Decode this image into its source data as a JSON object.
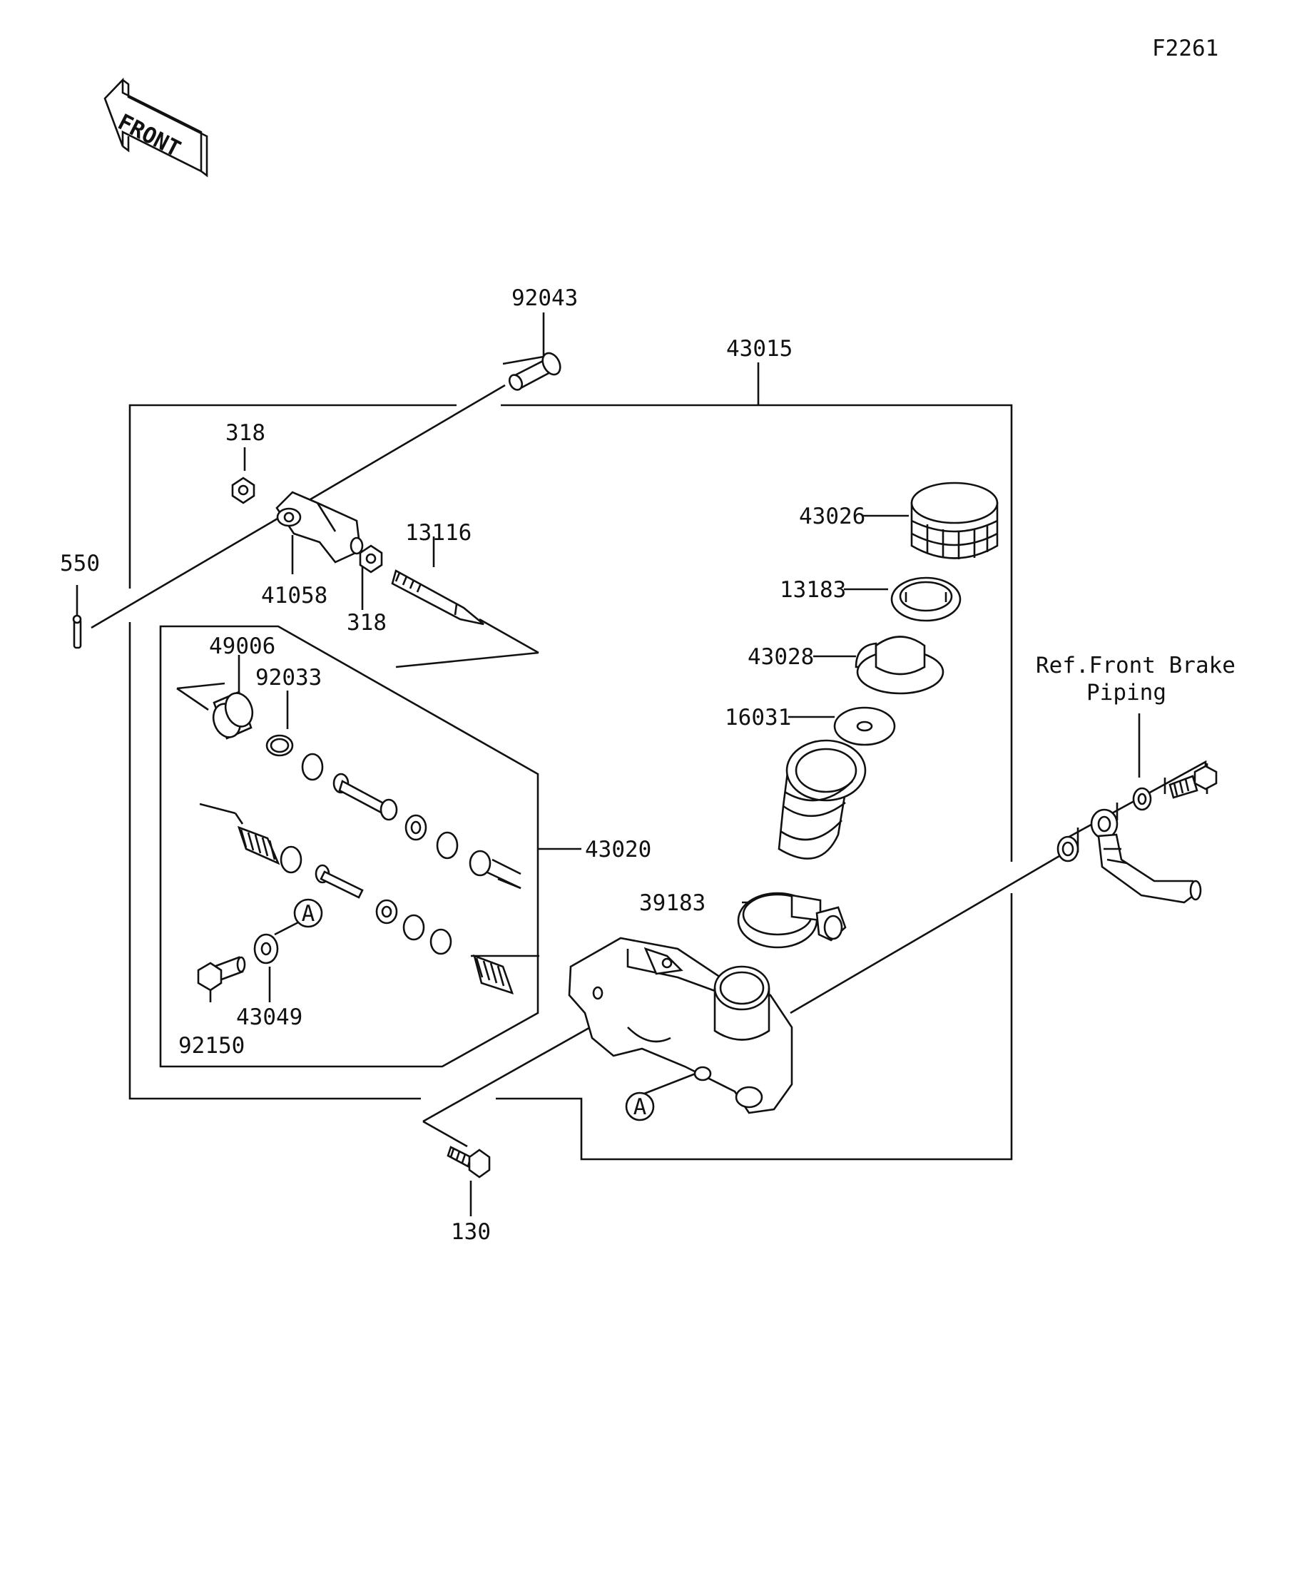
{
  "figure_code": "F2261",
  "front_arrow_text": "FRONT",
  "ref_note": [
    "Ref.Front Brake",
    "Piping"
  ],
  "marker_letter": "A",
  "parts": [
    {
      "id": "p92043",
      "number": "92043"
    },
    {
      "id": "p43015",
      "number": "43015"
    },
    {
      "id": "p318a",
      "number": "318"
    },
    {
      "id": "p318b",
      "number": "318"
    },
    {
      "id": "p13116",
      "number": "13116"
    },
    {
      "id": "p550",
      "number": "550"
    },
    {
      "id": "p41058",
      "number": "41058"
    },
    {
      "id": "p49006",
      "number": "49006"
    },
    {
      "id": "p92033",
      "number": "92033"
    },
    {
      "id": "p43020",
      "number": "43020"
    },
    {
      "id": "p43026",
      "number": "43026"
    },
    {
      "id": "p13183",
      "number": "13183"
    },
    {
      "id": "p43028",
      "number": "43028"
    },
    {
      "id": "p16031",
      "number": "16031"
    },
    {
      "id": "p39183",
      "number": "39183"
    },
    {
      "id": "p43049",
      "number": "43049"
    },
    {
      "id": "p92150",
      "number": "92150"
    },
    {
      "id": "p130",
      "number": "130"
    }
  ]
}
